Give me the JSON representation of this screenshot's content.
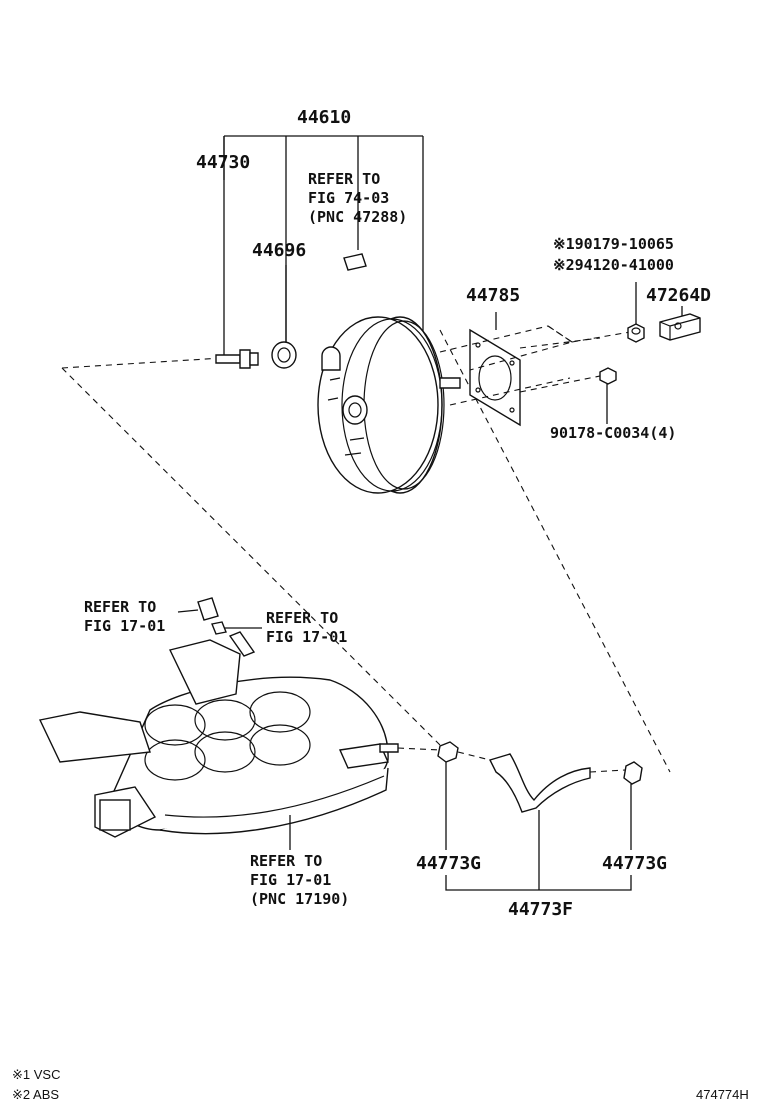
{
  "labels": {
    "p44610": "44610",
    "p44730": "44730",
    "p44696": "44696",
    "refer_booster": [
      "REFER TO",
      "FIG 74-03",
      "(PNC 47288)"
    ],
    "p90179": "※190179-10065",
    "p94120": "※294120-41000",
    "p44785": "44785",
    "p47264D": "47264D",
    "p90178": "90178-C0034(4)",
    "refer_left": [
      "REFER TO",
      "FIG 17-01"
    ],
    "refer_right": [
      "REFER TO",
      "FIG 17-01"
    ],
    "refer_manifold": [
      "REFER TO",
      "FIG 17-01",
      "(PNC 17190)"
    ],
    "p44773G_left": "44773G",
    "p44773G_right": "44773G",
    "p44773F": "44773F"
  },
  "footnotes": {
    "note1": "※1 VSC",
    "note2": "※2 ABS"
  },
  "figure_code": "474774H"
}
